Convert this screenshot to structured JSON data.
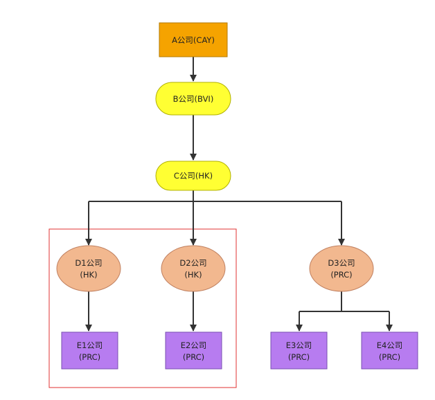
{
  "colors": {
    "root_fill": "#f5a300",
    "root_stroke": "#b27a00",
    "holding_fill": "#ffff33",
    "holding_stroke": "#b0b000",
    "sub_fill": "#f2b88f",
    "sub_stroke": "#c08060",
    "leaf_fill": "#b77cf0",
    "leaf_stroke": "#7a4fb0",
    "connector": "#333333",
    "highlight_box": "#e03030"
  },
  "nodes": {
    "a": {
      "line1": "A公司(CAY)"
    },
    "b": {
      "line1": "B公司(BVI)"
    },
    "c": {
      "line1": "C公司(HK)"
    },
    "d1": {
      "line1": "D1公司",
      "line2": "(HK)"
    },
    "d2": {
      "line1": "D2公司",
      "line2": "(HK)"
    },
    "d3": {
      "line1": "D3公司",
      "line2": "(PRC)"
    },
    "e1": {
      "line1": "E1公司",
      "line2": "(PRC)"
    },
    "e2": {
      "line1": "E2公司",
      "line2": "(PRC)"
    },
    "e3": {
      "line1": "E3公司",
      "line2": "(PRC)"
    },
    "e4": {
      "line1": "E4公司",
      "line2": "(PRC)"
    }
  }
}
